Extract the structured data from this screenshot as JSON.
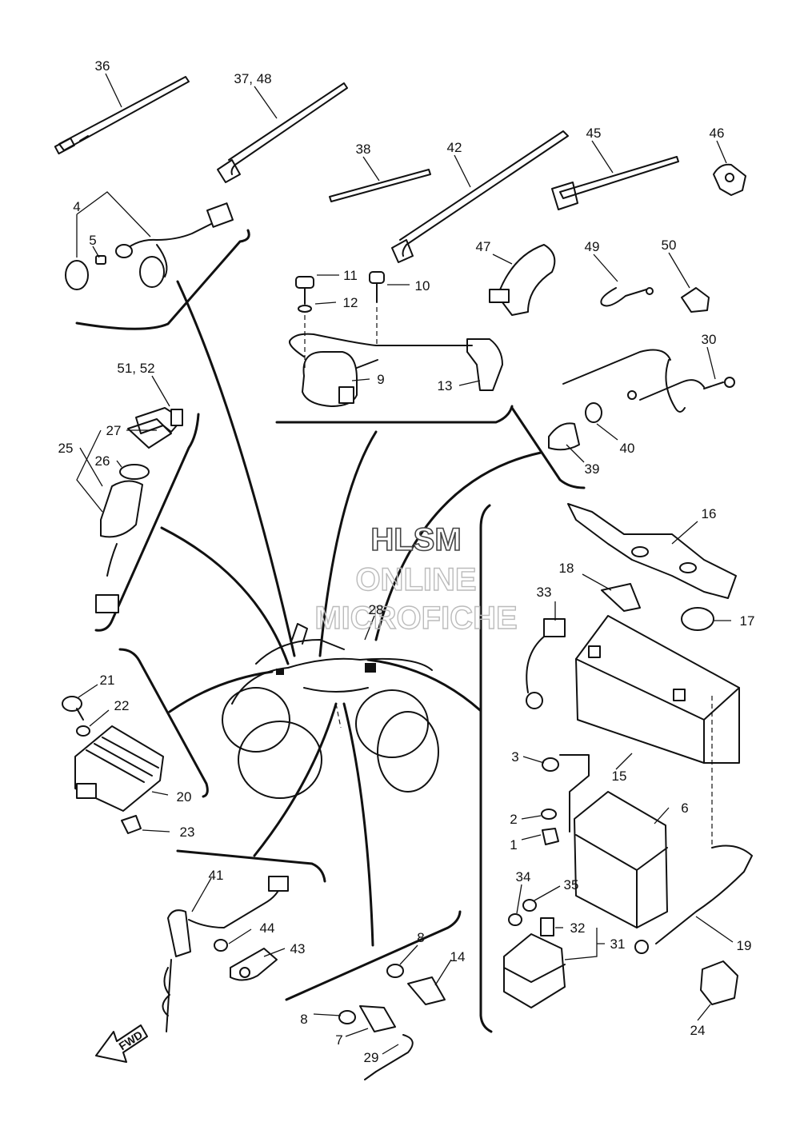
{
  "callouts": [
    "36",
    "37, 48",
    "38",
    "42",
    "45",
    "46",
    "4",
    "5",
    "47",
    "49",
    "50",
    "11",
    "10",
    "12",
    "9",
    "13",
    "30",
    "40",
    "39",
    "51, 52",
    "27",
    "25",
    "26",
    "16",
    "18",
    "33",
    "17",
    "28",
    "21",
    "22",
    "20",
    "23",
    "3",
    "15",
    "2",
    "6",
    "1",
    "41",
    "44",
    "43",
    "8",
    "14",
    "8",
    "7",
    "29",
    "34",
    "35",
    "32",
    "31",
    "19",
    "24"
  ],
  "watermark": {
    "line1": "HLSM",
    "line2": "ONLINE",
    "line3": "MICROFICHE"
  },
  "fwd_label": "FWD"
}
